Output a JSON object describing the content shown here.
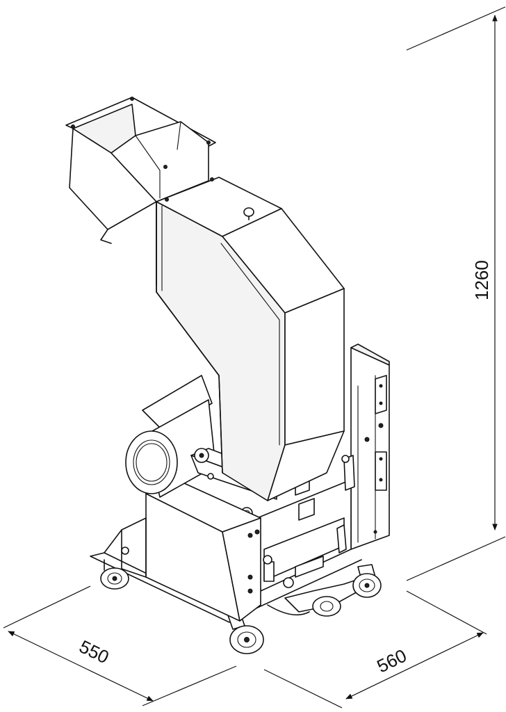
{
  "dimensions": {
    "height": "1260",
    "depth": "550",
    "width": "560"
  }
}
